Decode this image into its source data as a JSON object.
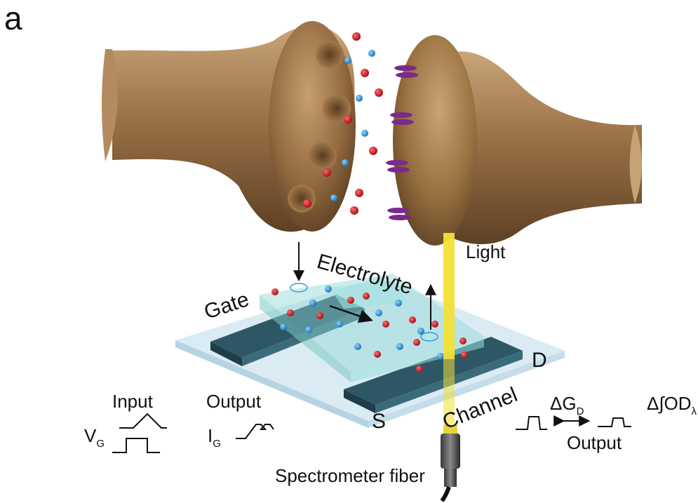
{
  "figure": {
    "panel_letter": "a",
    "labels": {
      "electrolyte": "Electrolyte",
      "gate": "Gate",
      "light": "Light",
      "drain": "D",
      "source": "S",
      "channel": "Channel",
      "spectrometer_fiber": "Spectrometer fiber"
    },
    "input_block": {
      "title": "Input",
      "signal": "V",
      "signal_sub": "G"
    },
    "gate_output_block": {
      "title": "Output",
      "signal": "I",
      "signal_sub": "G"
    },
    "channel_output_block": {
      "title": "Output",
      "conductance": "ΔG",
      "conductance_sub": "D",
      "optical": "Δ∫OD",
      "optical_sub": "λ"
    },
    "colors": {
      "neuron": "#9b7146",
      "cation": "#c8202a",
      "anion": "#2f9ad6",
      "receptor": "#7b2a8c",
      "electrolyte": "#8fd8d2",
      "electrode": "#2e5766",
      "light_beam": "#f2e035"
    }
  }
}
